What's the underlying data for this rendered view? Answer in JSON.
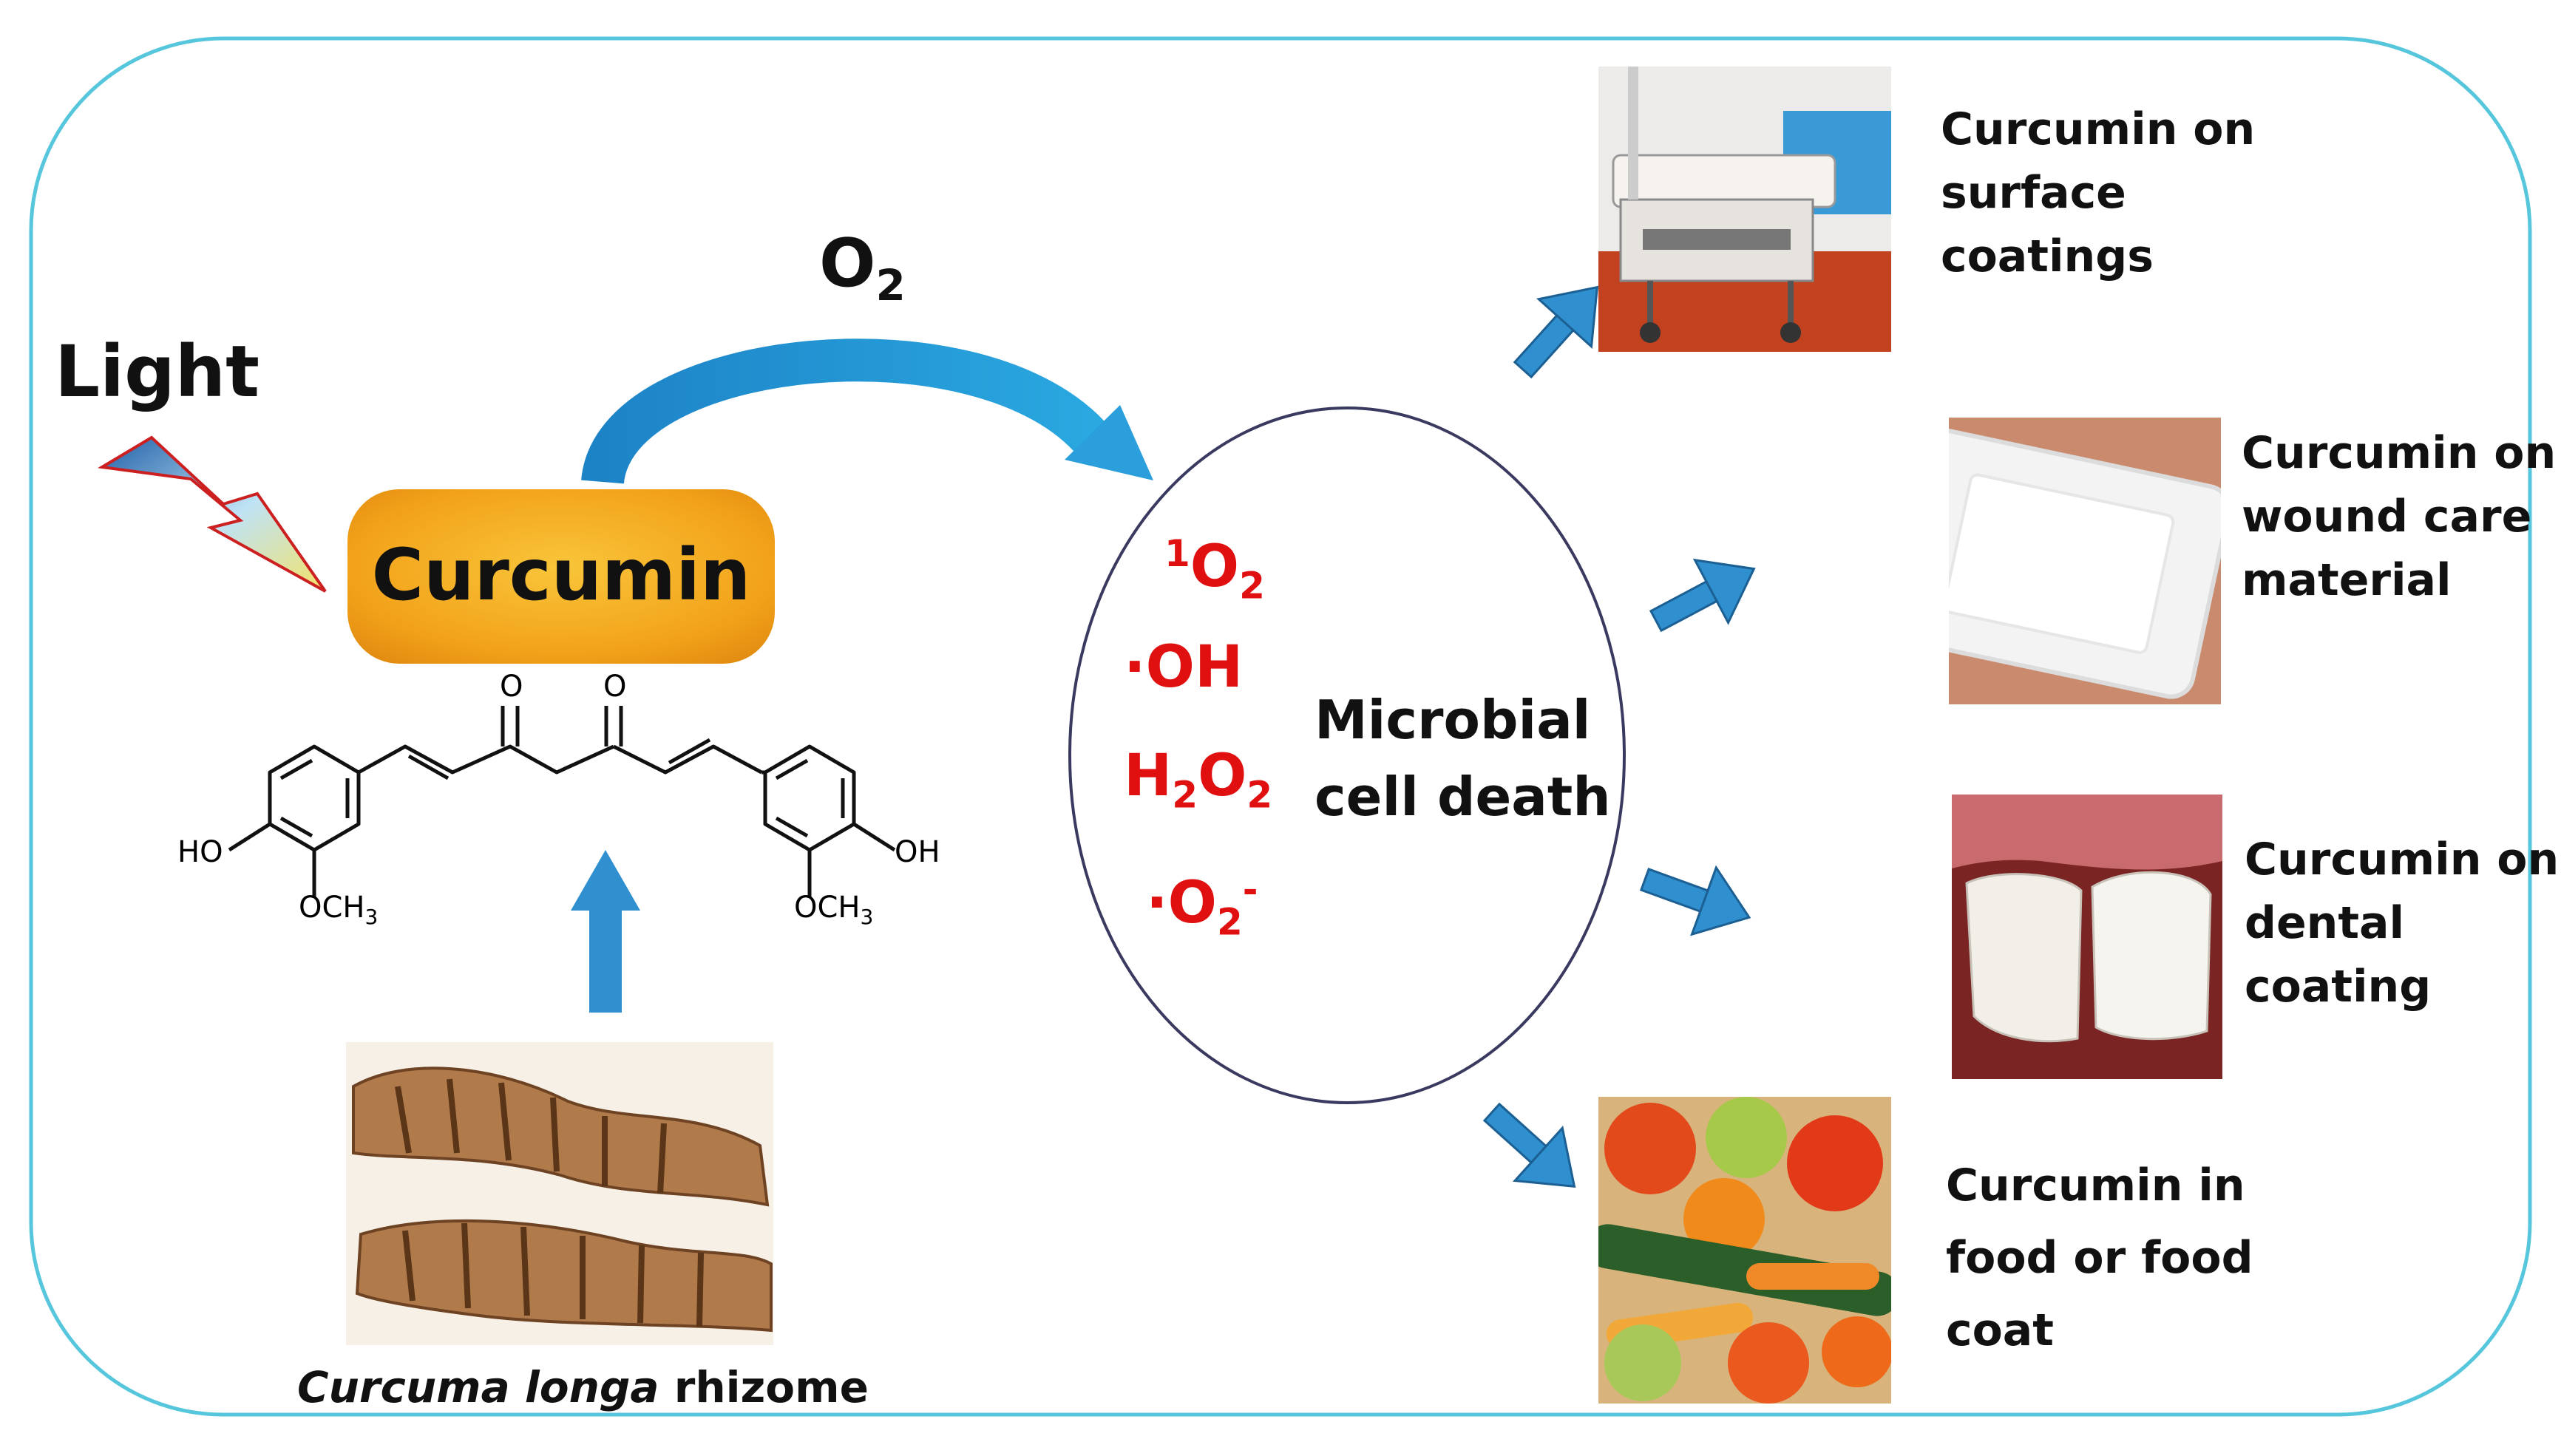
{
  "light_label": "Light",
  "oxygen_label": {
    "main": "O",
    "sub": "2"
  },
  "curcumin_label": "Curcumin",
  "structure": {
    "ho_left": "HO",
    "oh_right": "OH",
    "och3_left": {
      "main": "OCH",
      "sub": "3"
    },
    "och3_right": {
      "main": "OCH",
      "sub": "3"
    },
    "oxygen_1": "O",
    "oxygen_2": "O"
  },
  "rhizome_caption": {
    "italic": "Curcuma longa",
    "rest": " rhizome"
  },
  "ros": {
    "singlet_oxygen": {
      "sup": "1",
      "main": "O",
      "sub": "2"
    },
    "hydroxyl": "·OH",
    "hydrogen_peroxide": {
      "h": "H",
      "sub1": "2",
      "o": "O",
      "sub2": "2"
    },
    "superoxide": {
      "main": "·O",
      "sub": "2",
      "sup": "-"
    }
  },
  "center_label": {
    "line1": "Microbial",
    "line2": "cell death"
  },
  "applications": [
    {
      "lines": [
        "Curcumin on",
        "surface",
        "coatings"
      ],
      "image": "hospital-bed-photo"
    },
    {
      "lines": [
        "Curcumin on",
        "wound care",
        "material"
      ],
      "image": "wound-dressing-photo"
    },
    {
      "lines": [
        "Curcumin on",
        "dental",
        "coating"
      ],
      "image": "teeth-photo"
    },
    {
      "lines": [
        "Curcumin in",
        "food or food",
        "coat"
      ],
      "image": "fruits-vegetables-photo"
    }
  ],
  "colors": {
    "frame": "#56c6dc",
    "arrow_blue": "#2f8fcf",
    "ros_red": "#e01010",
    "curcumin_orange": "#f2a81e"
  }
}
